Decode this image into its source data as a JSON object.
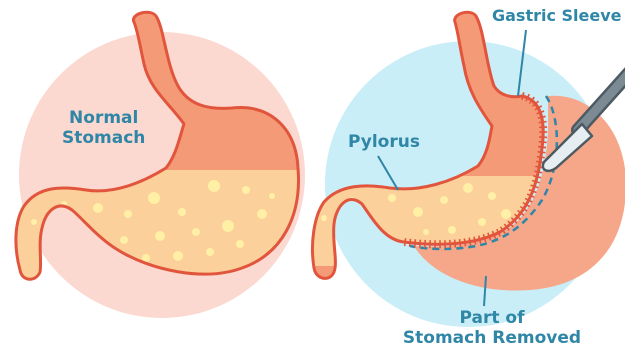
{
  "labels": {
    "normal_stomach_line1": "Normal",
    "normal_stomach_line2": "Stomach",
    "gastric_sleeve": "Gastric Sleeve",
    "pylorus": "Pylorus",
    "removed_line1": "Part of",
    "removed_line2": "Stomach Removed"
  },
  "colors": {
    "normal_background": "#fbd9d0",
    "sleeve_background": "#c9eef8",
    "stomach_wall": "#f49a76",
    "stomach_outline": "#e2553d",
    "stomach_contents": "#fbd09a",
    "removed_part": "#f6a78a",
    "label_text": "#2f86a6",
    "staple_line": "#e2553d",
    "cut_line": "#2f86a6",
    "instrument": "#7b8a93"
  },
  "icons": {
    "instrument": "surgical-stapler-icon"
  }
}
